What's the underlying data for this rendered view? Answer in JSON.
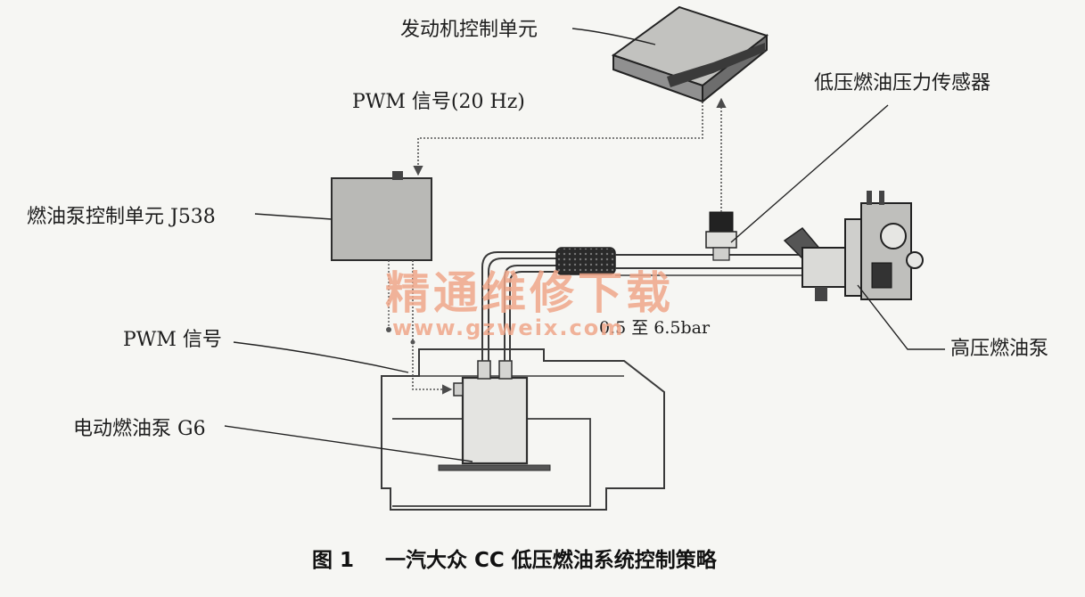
{
  "labels": {
    "ecu": "发动机控制单元",
    "pwm_signal_top": "PWM 信号(20 Hz)",
    "low_pressure_sensor": "低压燃油压力传感器",
    "pump_control_unit": "燃油泵控制单元 J538",
    "pressure_range": "0.5 至 6.5bar",
    "pwm_signal_bottom": "PWM 信号",
    "high_pressure_pump": "高压燃油泵",
    "electric_fuel_pump": "电动燃油泵 G6"
  },
  "caption": {
    "figure_number": "图 1",
    "title": "一汽大众 CC 低压燃油系统控制策略"
  },
  "watermark": {
    "text": "精通维修下载",
    "url": "www.gzweix.com"
  },
  "colors": {
    "line": "#3a3a3a",
    "box_fill": "#b9b9b6",
    "watermark": "#f0a78a"
  }
}
